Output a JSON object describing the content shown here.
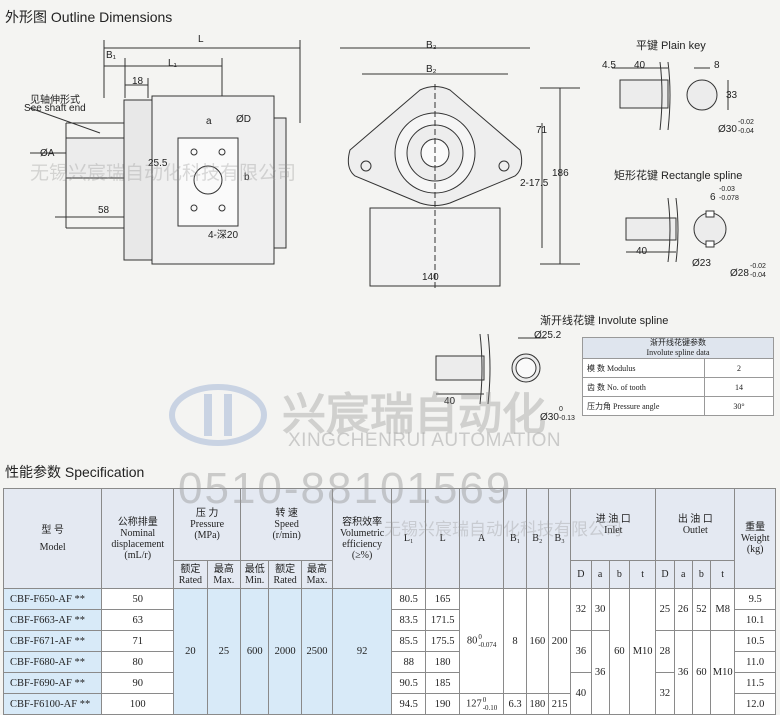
{
  "sections": {
    "outline_title": "外形图   Outline Dimensions",
    "spec_title": "性能参数   Specification"
  },
  "side_view": {
    "L": "L",
    "B1": "B₁",
    "L1": "L₁",
    "d18": "18",
    "shaft_cn": "见轴伸形式",
    "shaft_en": "See shaft end",
    "phiA": "ØA",
    "d58": "58",
    "a": "a",
    "phiD": "ØD",
    "b": "b",
    "d255": "25.5",
    "holes": "4-深20"
  },
  "front_view": {
    "B3": "B₃",
    "B2": "B₂",
    "d71": "71",
    "d2175": "2-17.5",
    "d186": "186",
    "d140": "140"
  },
  "plain_key": {
    "title": "平键   Plain key",
    "d45": "4.5",
    "d40": "40",
    "d8": "8",
    "d33": "33",
    "dia": "Ø30",
    "tol_up": "-0.02",
    "tol_dn": "-0.04"
  },
  "rect_spline": {
    "title": "矩形花键   Rectangle spline",
    "w": "6",
    "w_up": "-0.03",
    "w_dn": "-0.078",
    "d40": "40",
    "d23": "Ø23",
    "dia": "Ø28",
    "tol_up": "-0.02",
    "tol_dn": "-0.04"
  },
  "involute": {
    "title": "渐开线花键   Involute spline",
    "d252": "Ø25.2",
    "d40": "40",
    "dia": "Ø30",
    "tol_up": "0",
    "tol_dn": "-0.13",
    "table": {
      "header_cn": "渐开线花键参数",
      "header_en": "Involute spline data",
      "rows": [
        {
          "label": "模 数 Modulus",
          "value": "2"
        },
        {
          "label": "齿 数 No. of tooth",
          "value": "14"
        },
        {
          "label": "压力角 Pressure angle",
          "value": "30°"
        }
      ]
    }
  },
  "watermarks": {
    "top": "无锡兴宸瑞自动化科技有限公司",
    "logo_cn": "兴宸瑞自动化",
    "logo_en": "XINGCHENRUI AUTOMATION",
    "phone": "0510-88101569",
    "mid": "无锡兴宸瑞自动化科技有限公司"
  },
  "spec": {
    "headers": {
      "model_cn": "型    号",
      "model_en": "Model",
      "disp_cn": "公称排量",
      "disp_en1": "Nominal",
      "disp_en2": "displacement",
      "disp_unit": "(mL/r)",
      "pressure_cn": "压    力",
      "pressure_en": "Pressure",
      "pressure_unit": "(MPa)",
      "speed_cn": "转    速",
      "speed_en": "Speed",
      "speed_unit": "(r/min)",
      "vol_cn": "容积效率",
      "vol_en1": "Volumetric",
      "vol_en2": "efficiency",
      "vol_unit": "(≥%)",
      "L1": "L₁",
      "L": "L",
      "A": "A",
      "B1": "B₁",
      "B2": "B₂",
      "B3": "B₃",
      "inlet_cn": "进 油 口",
      "inlet_en": "Inlet",
      "outlet_cn": "出 油 口",
      "outlet_en": "Outlet",
      "weight_cn": "重量",
      "weight_en": "Weight",
      "weight_unit": "(kg)",
      "rated": "额定 Rated",
      "max": "最高 Max.",
      "min": "最低 Min.",
      "speed_rated": "额定 Rated",
      "speed_max": "最高 Max.",
      "D": "D",
      "a": "a",
      "b": "b",
      "t": "t"
    },
    "models": [
      {
        "model": "CBF-F650-AF **",
        "disp": "50",
        "L1": "80.5",
        "L": "165",
        "weight": "9.5"
      },
      {
        "model": "CBF-F663-AF **",
        "disp": "63",
        "L1": "83.5",
        "L": "171.5",
        "weight": "10.1"
      },
      {
        "model": "CBF-F671-AF **",
        "disp": "71",
        "L1": "85.5",
        "L": "175.5",
        "weight": "10.5"
      },
      {
        "model": "CBF-F680-AF **",
        "disp": "80",
        "L1": "88",
        "L": "180",
        "weight": "11.0"
      },
      {
        "model": "CBF-F690-AF **",
        "disp": "90",
        "L1": "90.5",
        "L": "185",
        "weight": "11.5"
      },
      {
        "model": "CBF-F6100-AF **",
        "disp": "100",
        "L1": "94.5",
        "L": "190",
        "weight": "12.0"
      }
    ],
    "shared": {
      "p_rated": "20",
      "p_max": "25",
      "s_min": "600",
      "s_rated": "2000",
      "s_max": "2500",
      "vol_eff": "92",
      "A_main": "80",
      "A_main_up": "0",
      "A_main_dn": "-0.074",
      "A_last": "127",
      "A_last_up": "0",
      "A_last_dn": "-0.10",
      "B1_main": "8",
      "B1_last": "6.3",
      "B2_main": "160",
      "B2_last": "180",
      "B3_main": "200",
      "B3_last": "215",
      "in_D1": "32",
      "in_a1": "30",
      "in_D2": "36",
      "in_D3": "40",
      "in_a2": "36",
      "in_b": "60",
      "in_t": "M10",
      "out_D1": "25",
      "out_D2": "28",
      "out_D3": "32",
      "out_a1": "26",
      "out_b1": "52",
      "out_t1": "M8",
      "out_a2": "36",
      "out_b2": "60",
      "out_t2": "M10"
    }
  }
}
